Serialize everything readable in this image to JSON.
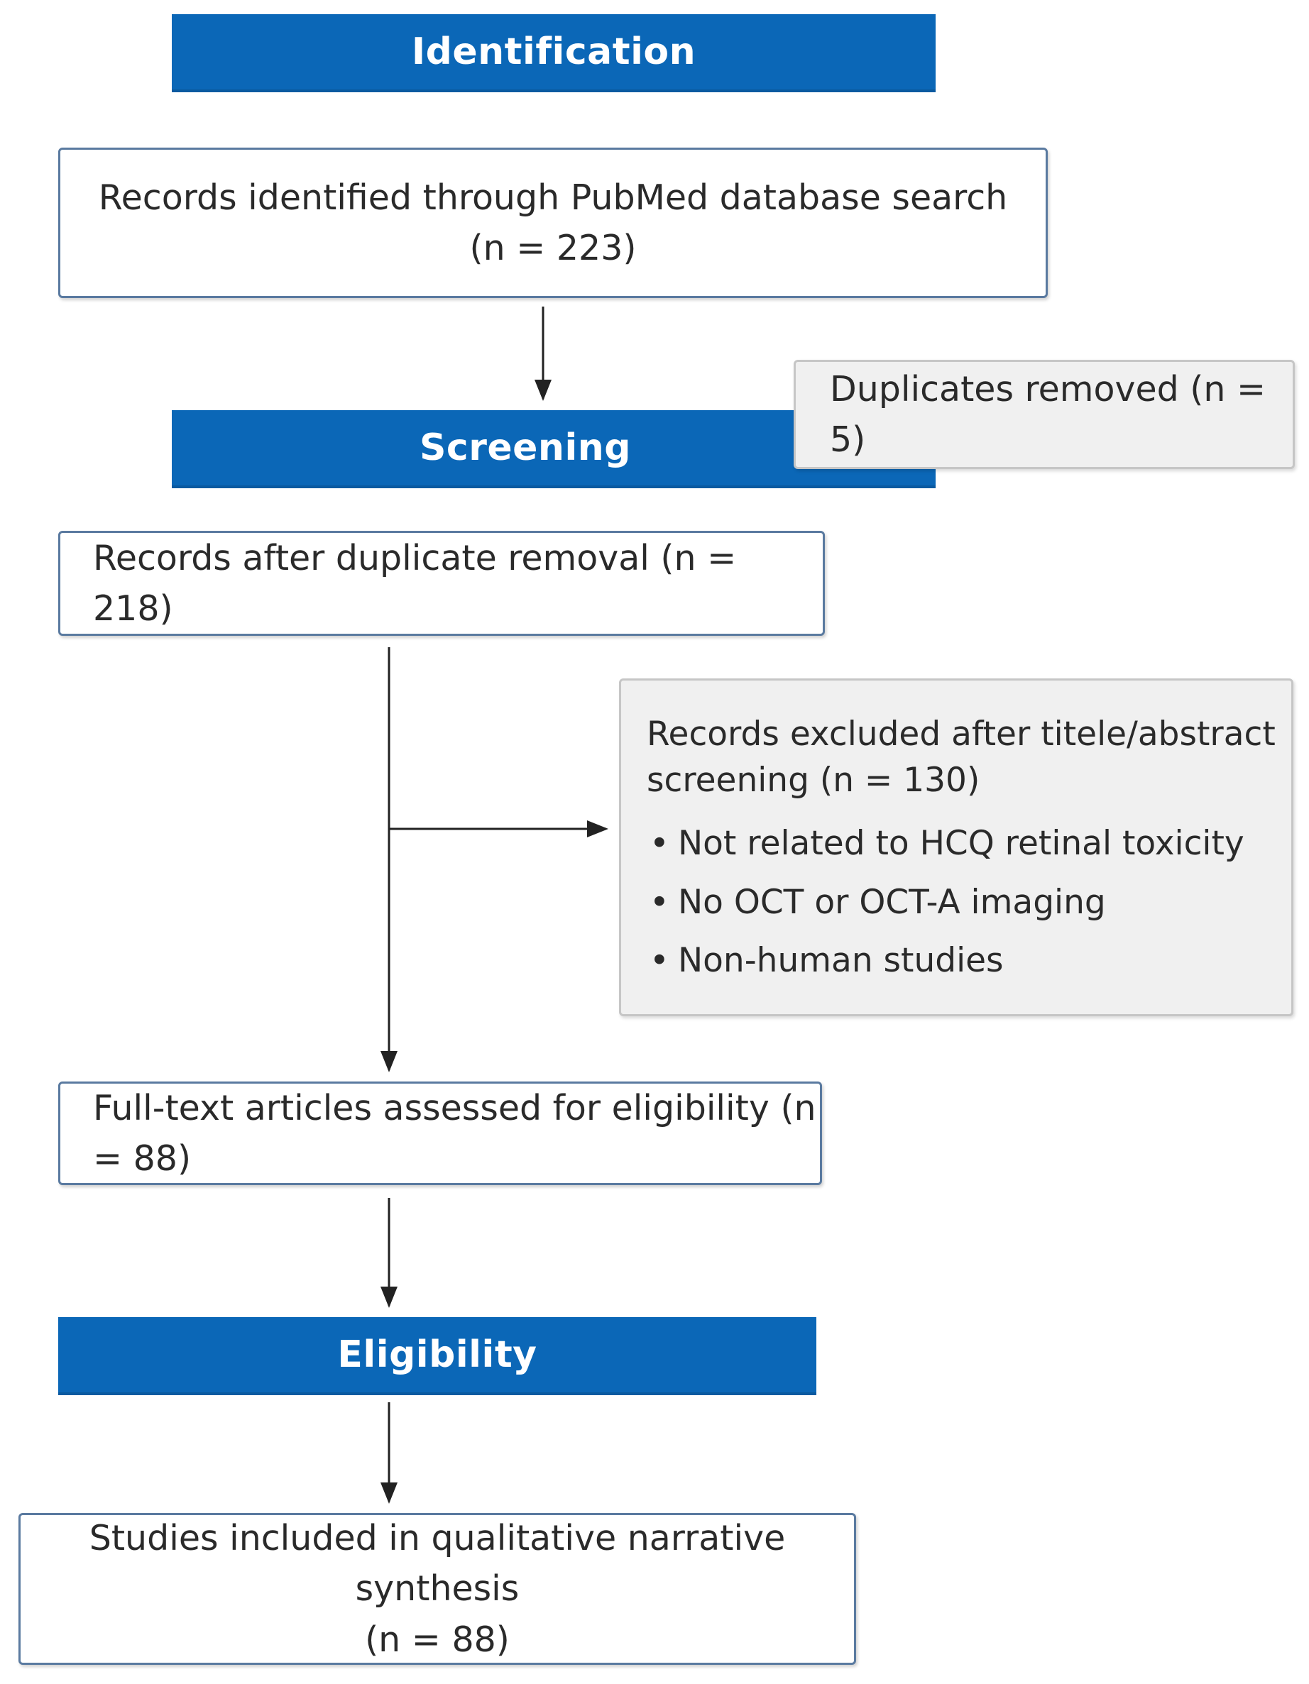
{
  "headers": {
    "identification": "Identification",
    "screening": "Screening",
    "eligibility": "Eligibility"
  },
  "records_identified": {
    "line1": "Records identified through PubMed database search",
    "line2": "(n = 223)"
  },
  "duplicates_removed": "Duplicates removed (n = 5)",
  "records_after_duplicates": "Records after duplicate removal (n = 218)",
  "records_excluded": {
    "line1": "Records excluded after titele/abstract",
    "line2": "screening (n = 130)",
    "reasons": [
      "Not related to HCQ retinal toxicity",
      "No OCT or OCT-A imaging",
      "Non-human studies"
    ]
  },
  "full_text_assessed": "Full-text articles assessed for eligibility (n = 88)",
  "studies_included": {
    "line1": "Studies included in qualitative narrative synthesis",
    "line2": "(n = 88)"
  },
  "colors": {
    "header_blue": "#0b67b7",
    "box_border": "#5a7aa0",
    "grey_box_fill": "#f0f0f0"
  }
}
